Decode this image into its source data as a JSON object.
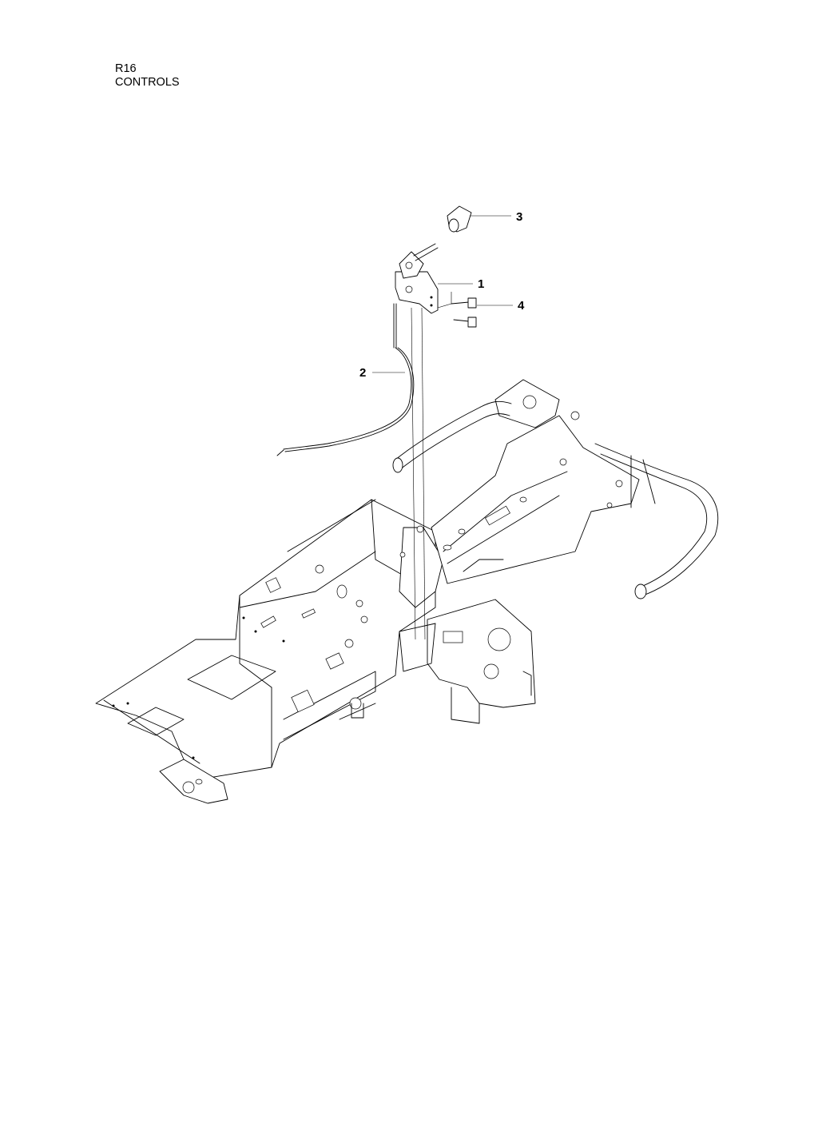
{
  "header": {
    "model": "R16",
    "section": "CONTROLS"
  },
  "callouts": [
    {
      "id": "callout-1",
      "label": "1"
    },
    {
      "id": "callout-2",
      "label": "2"
    },
    {
      "id": "callout-3",
      "label": "3"
    },
    {
      "id": "callout-4",
      "label": "4"
    }
  ]
}
